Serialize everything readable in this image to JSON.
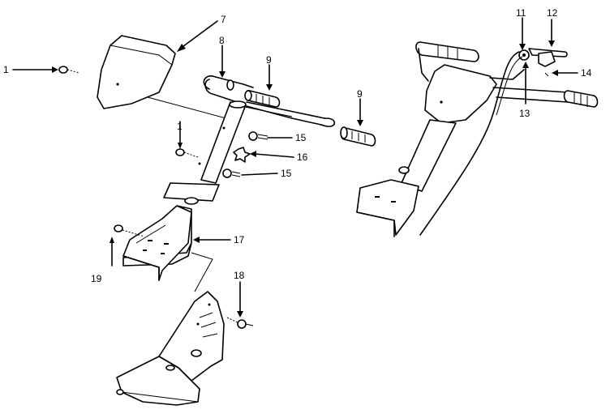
{
  "callouts": {
    "c1a": "1",
    "c7": "7",
    "c8": "8",
    "c9a": "9",
    "c9b": "9",
    "c1b": "1",
    "c15a": "15",
    "c16": "16",
    "c15b": "15",
    "c17": "17",
    "c19": "19",
    "c18": "18",
    "c11": "11",
    "c12": "12",
    "c14": "14",
    "c13": "13"
  }
}
